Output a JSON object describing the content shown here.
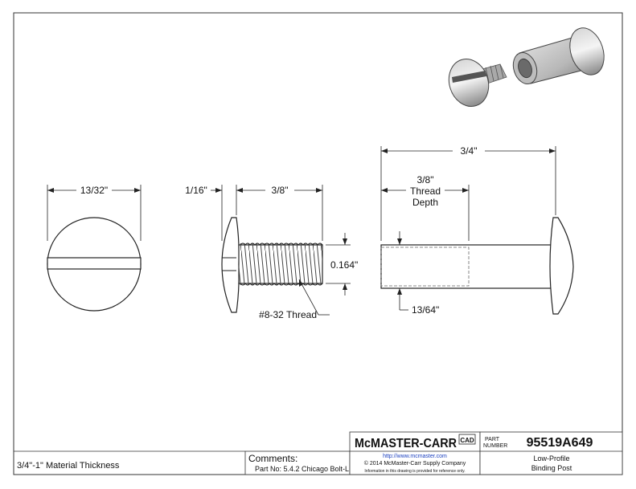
{
  "dimensions": {
    "head_diameter": "13/32\"",
    "head_height": "1/16\"",
    "screw_length": "3/8\"",
    "thread_diameter": "0.164\"",
    "thread_spec": "#8-32 Thread",
    "post_length": "3/4\"",
    "thread_depth_lines": [
      "3/8\"",
      "Thread",
      "Depth"
    ],
    "post_shank_diameter": "13/64\""
  },
  "title_block": {
    "material_note": "3/4\"-1\" Material Thickness",
    "comments_label": "Comments:",
    "comments_text": "Part No: 5.4.2 Chicago Bolt-L",
    "logo_text": "McMASTER-CARR",
    "cad_mark": "CAD",
    "url": "http://www.mcmaster.com",
    "copyright": "© 2014 McMaster-Carr Supply Company",
    "disclaimer": "Information in this drawing is provided for reference only.",
    "part_label_lines": [
      "PART",
      "NUMBER"
    ],
    "part_number": "95519A649",
    "description_lines": [
      "Low-Profile",
      "Binding Post"
    ]
  }
}
